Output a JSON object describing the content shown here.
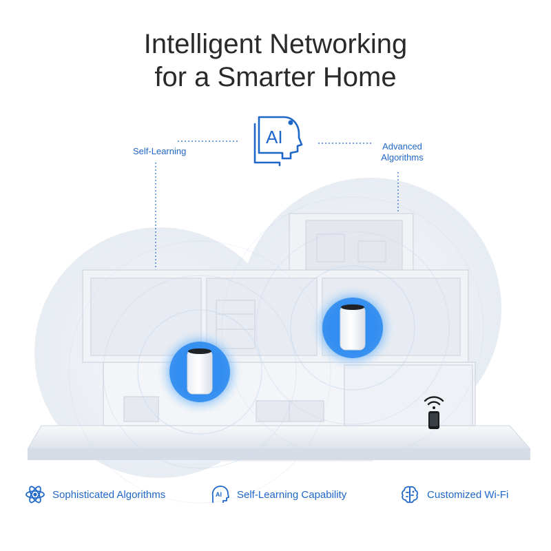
{
  "headline": {
    "line1": "Intelligent Networking",
    "line2": "for a Smarter Home"
  },
  "callouts": {
    "left": "Self-Learning",
    "right_line1": "Advanced",
    "right_line2": "Algorithms",
    "center_icon": "ai-head-icon",
    "center_icon_text": "AI"
  },
  "scene": {
    "device_count": 2,
    "device_icon": "mesh-router-unit",
    "phone_icon": "smartphone-wifi-icon"
  },
  "features": [
    {
      "icon": "atom-icon",
      "label": "Sophisticated Algorithms"
    },
    {
      "icon": "ai-head-small-icon",
      "label": "Self-Learning Capability"
    },
    {
      "icon": "brain-icon",
      "label": "Customized Wi-Fi"
    }
  ],
  "colors": {
    "accent": "#1e66c8",
    "headline": "#2a2a2a",
    "glow": "#2f8cf0",
    "background_blob": "#eef1f6"
  }
}
